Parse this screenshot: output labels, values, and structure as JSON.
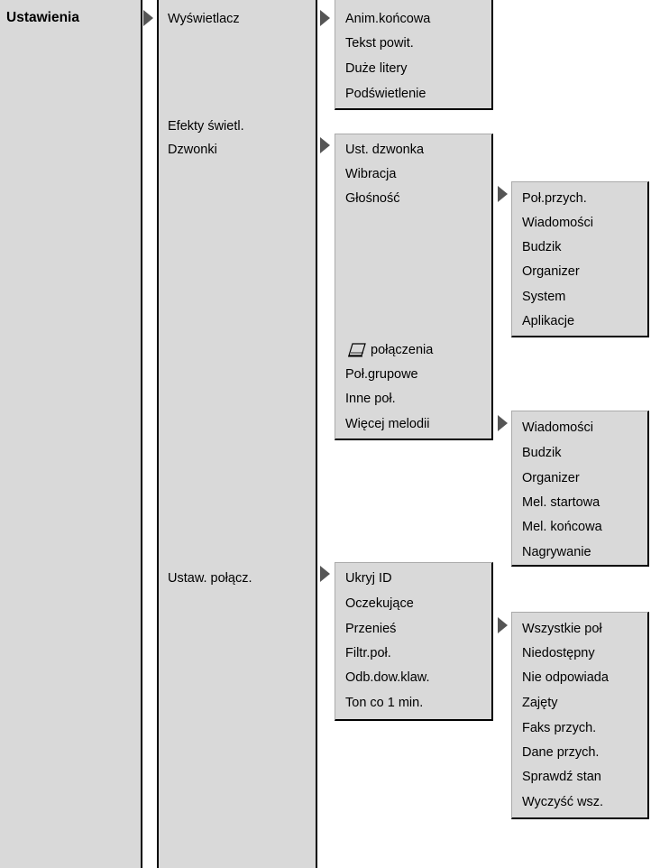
{
  "col1": {
    "title": "Ustawienia"
  },
  "col2": {
    "wyswietlacz": "Wyświetlacz",
    "efekty": "Efekty świetl.",
    "dzwonki": "Dzwonki",
    "ustaw_polacz": "Ustaw. połącz."
  },
  "wyswietlacz_sub": [
    "Anim.końcowa",
    "Tekst powit.",
    "Duże litery",
    "Podświetlenie"
  ],
  "dzwonki_sub": {
    "items_a": [
      "Ust. dzwonka",
      "Wibracja",
      "Głośność"
    ],
    "polaczenia": "połączenia",
    "items_b": [
      "Poł.grupowe",
      "Inne poł.",
      "Więcej melodii"
    ]
  },
  "glosnosc_sub": [
    "Poł.przych.",
    "Wiadomości",
    "Budzik",
    "Organizer",
    "System",
    "Aplikacje"
  ],
  "wiecej_sub": [
    "Wiadomości",
    "Budzik",
    "Organizer",
    "Mel. startowa",
    "Mel. końcowa",
    "Nagrywanie"
  ],
  "ustaw_sub": [
    "Ukryj ID",
    "Oczekujące",
    "Przenieś",
    "Filtr.poł.",
    "Odb.dow.klaw.",
    "Ton co 1 min."
  ],
  "przenies_sub": [
    "Wszystkie poł",
    "Niedostępny",
    "Nie odpowiada",
    "Zajęty",
    "Faks przych.",
    "Dane przych.",
    "Sprawdź stan",
    "Wyczyść wsz."
  ],
  "colors": {
    "panel": "#d9d9d9",
    "arrow": "#555555",
    "line": "#000000"
  },
  "icons": {
    "phonebook": "notebook-pencil-icon",
    "arrow": "triangle-right-icon"
  }
}
